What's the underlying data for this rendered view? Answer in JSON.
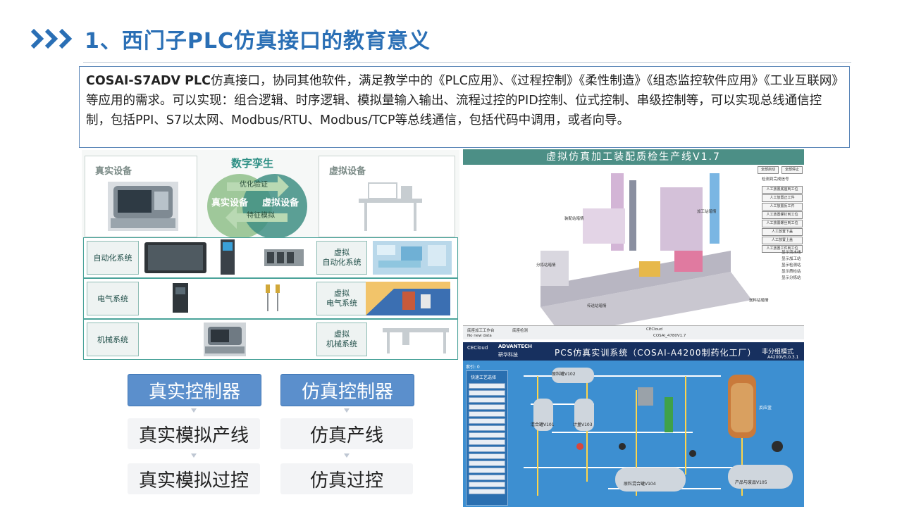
{
  "title": "1、西门子PLC仿真接口的教育意义",
  "description": {
    "lead": "COSAI-S7ADV PLC",
    "body": "仿真接口，协同其他软件，满足教学中的《PLC应用》、《过程控制》《柔性制造》《组态监控软件应用》《工业互联网》等应用的需求。可以实现：组合逻辑、时序逻辑、模拟量输入输出、流程过控的PID控制、位式控制、串级控制等，可以实现总线通信控制，包括PPI、S7以太网、Modbus/RTU、Modbus/TCP等总线通信，包括代码中调用，或者向导。"
  },
  "twin_diagram": {
    "real_device": "真实设备",
    "digital_twin": "数字孪生",
    "virtual_device": "虚拟设备",
    "left_circle": "真实设备",
    "right_circle": "虚拟设备",
    "arrow_top": "优化验证",
    "arrow_bottom": "特征模拟",
    "rows": [
      {
        "left": "自动化系统",
        "right": "虚拟\n自动化系统"
      },
      {
        "left": "电气系统",
        "right": "虚拟\n电气系统"
      },
      {
        "left": "机械系统",
        "right": "虚拟\n机械系统"
      }
    ]
  },
  "controllers": {
    "real": "真实控制器",
    "sim": "仿真控制器",
    "real_line": "真实模拟产线",
    "sim_line": "仿真产线",
    "real_process": "真实模拟过控",
    "sim_process": "仿真过控"
  },
  "hmi1": {
    "title": "虚拟仿真加工装配质检生产线V1.7",
    "top_btns": [
      "全部启动",
      "全部停止"
    ],
    "side_btns": [
      "检测到完成信号",
      "人工放置底座到工位",
      "人工放置正工件",
      "人工放置反工件",
      "人工放置螺钉到工位",
      "人工放置螺丝到工位",
      "人工放置下盖",
      "人工放置上盖",
      "人工放置工件到工位"
    ],
    "checks": [
      "显示流水线",
      "显示加工站",
      "显示检测站",
      "显示质检站",
      "显示分拣站"
    ],
    "stations": [
      "装配站暗情",
      "加工站暗情",
      "分拣站暗情",
      "传送站暗情",
      "送料站暗情"
    ],
    "status_left": "底座加工工作台",
    "status_mid": "底座检测",
    "status_no": "No new data",
    "version": "COSAI_4780V1.7",
    "brand": "CECloud"
  },
  "hmi2": {
    "brand1": "CECloud",
    "brand2": "ADVANTECH",
    "brand2_sub": "研华科技",
    "title": "PCS仿真实训系统（COSAI-A4200制药化工厂）",
    "mode": "非分组模式",
    "version": "A4200V5.0.3.1",
    "index": "索引: 0",
    "menu_title": "快速工艺选择",
    "tanks": [
      "原料罐V102",
      "混合罐V101",
      "计量V103",
      "原料混合罐V104",
      "产品与废品V105",
      "反应釜"
    ]
  },
  "colors": {
    "title_blue": "#2a6fb5",
    "box_border": "#5b86b8",
    "controller_blue": "#5b8fcc",
    "twin_teal": "#4aa39a",
    "hmi1_bar": "#4c8f86",
    "hmi2_bg": "#3d8fd1",
    "hmi2_top": "#17305f"
  }
}
